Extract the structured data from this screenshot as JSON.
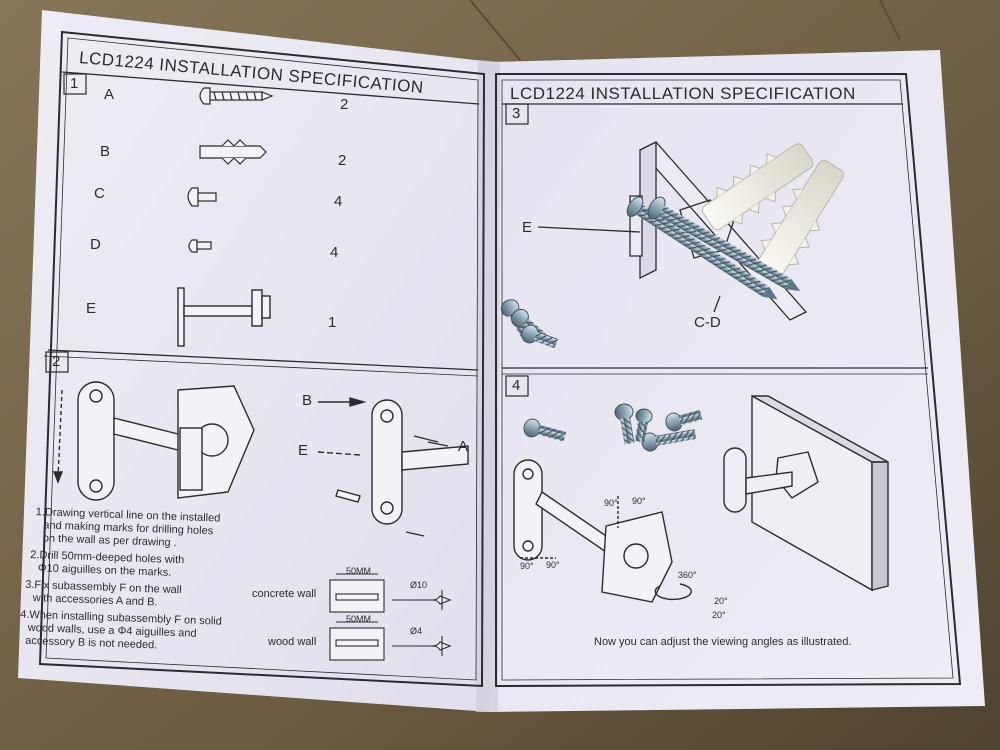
{
  "left_page": {
    "title": "LCD1224 INSTALLATION   SPECIFICATION",
    "section1": {
      "number": "1",
      "parts": [
        {
          "letter": "A",
          "qty": "2"
        },
        {
          "letter": "B",
          "qty": "2"
        },
        {
          "letter": "C",
          "qty": "4"
        },
        {
          "letter": "D",
          "qty": "4"
        },
        {
          "letter": "E",
          "qty": "1"
        }
      ]
    },
    "section2": {
      "number": "2",
      "callouts": {
        "b": "B",
        "e": "E",
        "a": "A"
      },
      "steps": [
        "1.Drawing vertical line on the installed",
        "and making marks for  drilling holes",
        "on the wall as per drawing .",
        "2.Drill 50mm-deeped holes with",
        "Φ10 aiguilles on the marks.",
        "3.Fix subassembly F on the wall",
        "with accessories A and B.",
        "4.When installing subassembly F on solid",
        "wood walls, use a Φ4 aiguilles and",
        "accessory B is not needed."
      ],
      "concrete_wall": {
        "label": "concrete wall",
        "depth": "50MM",
        "diameter": "Ø10"
      },
      "wood_wall": {
        "label": "wood wall",
        "depth": "50MM",
        "diameter": "Ø4"
      }
    }
  },
  "right_page": {
    "title": "LCD1224  INSTALLATION   SPECIFICATION",
    "section3": {
      "number": "3",
      "label_e": "E",
      "label_cd": "C-D"
    },
    "section4": {
      "number": "4",
      "angles": [
        "90°",
        "90°",
        "90°",
        "90°",
        "360°",
        "20°",
        "20°"
      ],
      "caption": "Now you can adjust the viewing angles as illustrated."
    }
  },
  "colors": {
    "paper": "#ebe9f3",
    "ink": "#2c2b2e",
    "cardboard": "#6f6145",
    "zinc": "#8fa7b4",
    "plastic_anchor": "#f1efe6"
  }
}
